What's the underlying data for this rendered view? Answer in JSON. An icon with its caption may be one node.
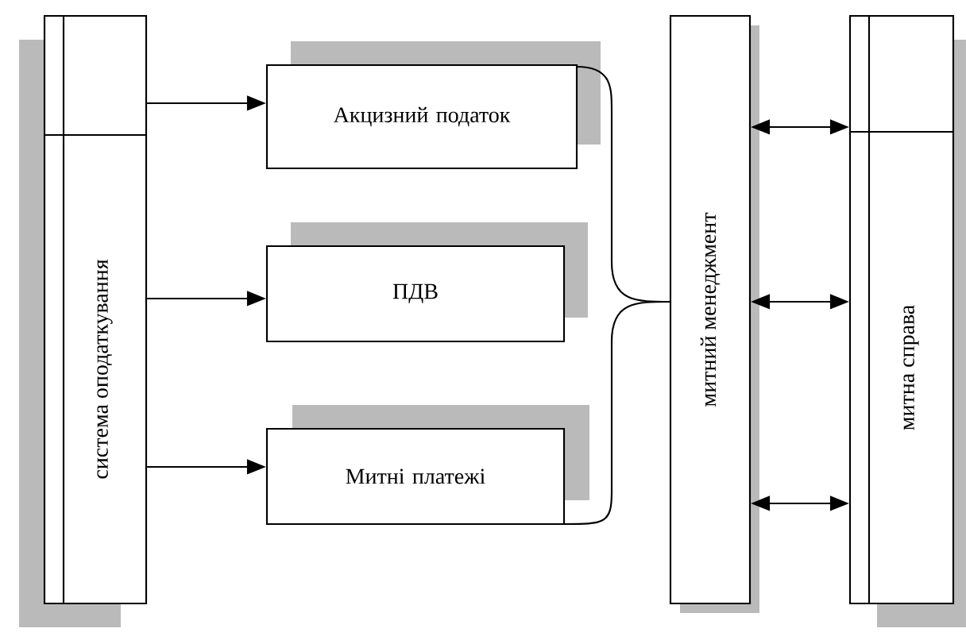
{
  "diagram": {
    "nodes": [
      {
        "text": [
          "система оподаткування"
        ]
      },
      {
        "text": [
          "Акцизний податок"
        ]
      },
      {
        "text": [
          "ПДВ"
        ]
      },
      {
        "text": [
          "Митні платежі"
        ]
      },
      {
        "text": [
          "митний менеджмент"
        ]
      },
      {
        "text": [
          "митна справа"
        ]
      }
    ],
    "edges": [
      {
        "from": 0,
        "to": 1,
        "arrow": "to"
      },
      {
        "from": 0,
        "to": 2,
        "arrow": "to"
      },
      {
        "from": 0,
        "to": 3,
        "arrow": "to"
      },
      {
        "from": 4,
        "to": 5,
        "arrow": "both"
      },
      {
        "from": 4,
        "to": 5,
        "arrow": "both"
      },
      {
        "from": 4,
        "to": 5,
        "arrow": "both"
      }
    ]
  }
}
